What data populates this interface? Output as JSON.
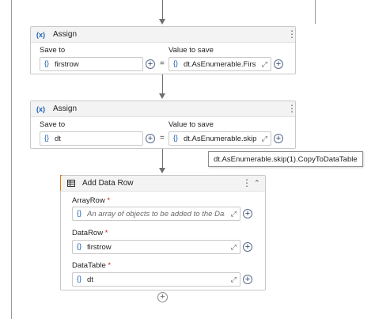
{
  "assign1": {
    "title": "Assign",
    "icon_text": "(x)",
    "save_to_label": "Save to",
    "value_label": "Value to save",
    "save_to_value": "firstrow",
    "value_value": "dt.AsEnumerable.First",
    "brace": "{}",
    "equals": "="
  },
  "assign2": {
    "title": "Assign",
    "icon_text": "(x)",
    "save_to_label": "Save to",
    "value_label": "Value to save",
    "save_to_value": "dt",
    "value_value": "dt.AsEnumerable.skip(",
    "brace": "{}",
    "equals": "="
  },
  "tooltip": {
    "text": "dt.AsEnumerable.skip(1).CopyToDataTable"
  },
  "add_data_row": {
    "title": "Add Data Row",
    "array_row_label": "ArrayRow",
    "array_row_placeholder": "An array of objects to be added to the Data",
    "data_row_label": "DataRow",
    "data_row_value": "firstrow",
    "data_table_label": "DataTable",
    "data_table_value": "dt",
    "required_mark": "*",
    "brace": "{}"
  },
  "glyphs": {
    "plus": "+",
    "kebab": "⋮",
    "collapse": "⌃",
    "expand": "⤢"
  }
}
